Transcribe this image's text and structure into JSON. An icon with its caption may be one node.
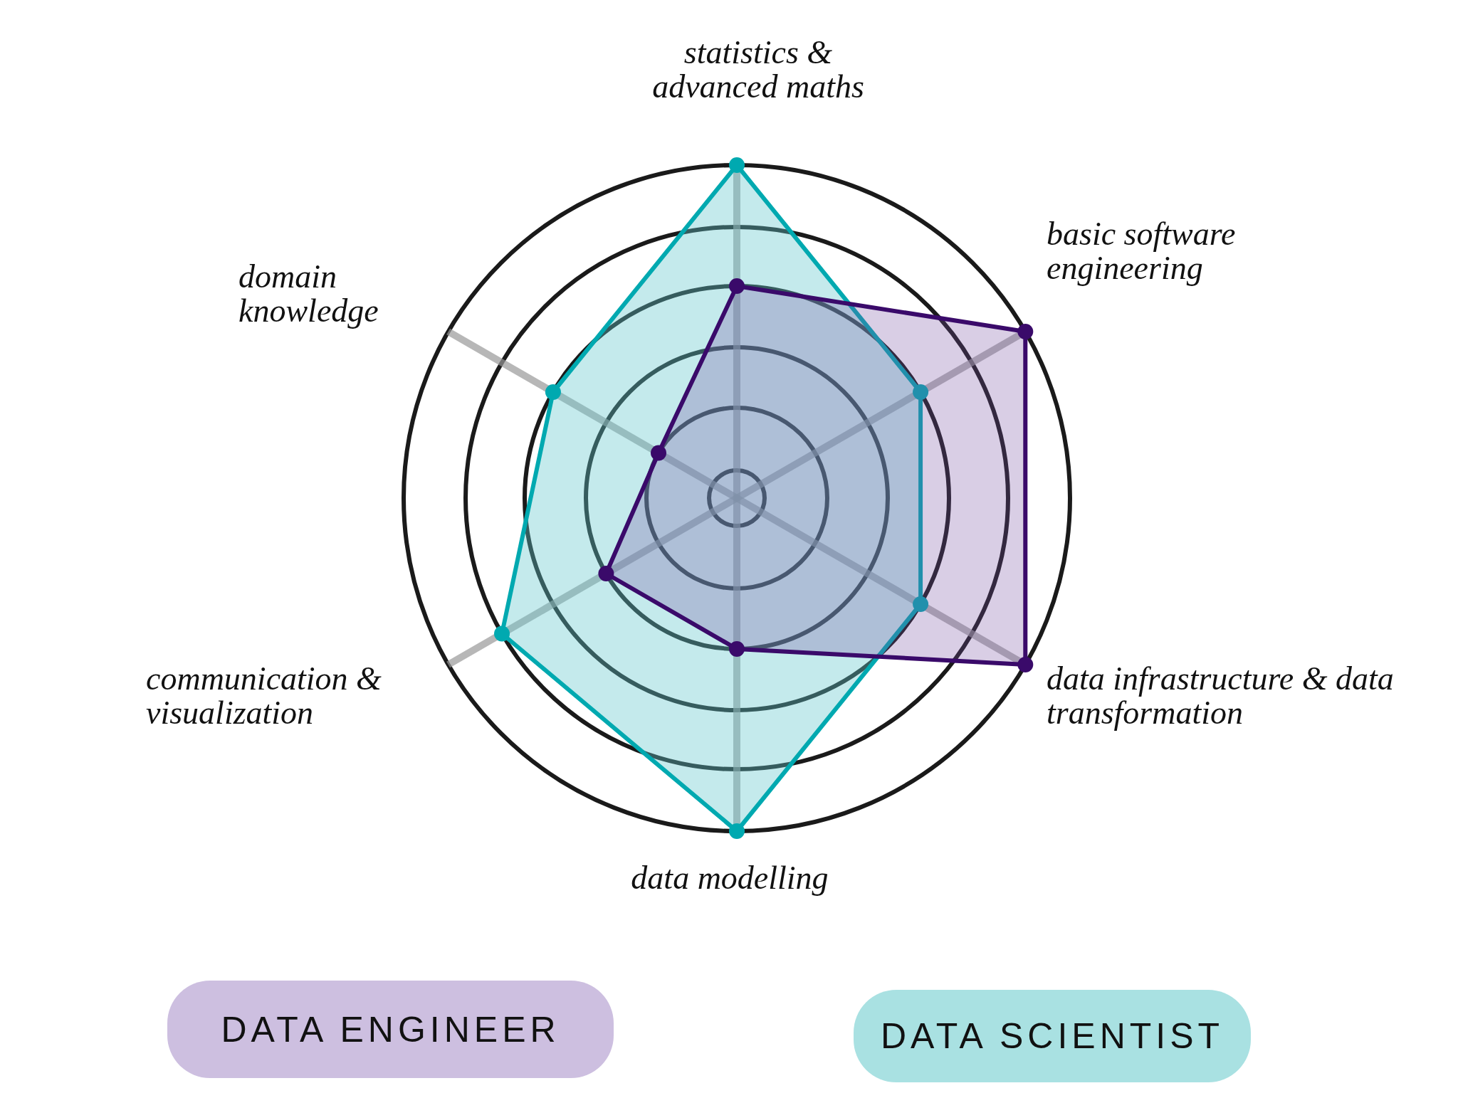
{
  "diagram": {
    "labels": [
      "statistics & advanced maths",
      "basic software engineering",
      "data infrastructure & data transformation",
      "data modelling",
      "communication & visualization",
      "domain knowledge"
    ],
    "legend": [
      {
        "text": "DATA ENGINEER",
        "color": "#cdbfe0"
      },
      {
        "text": "DATA SCIENTIST",
        "color": "#a9e1e2"
      }
    ]
  }
}
